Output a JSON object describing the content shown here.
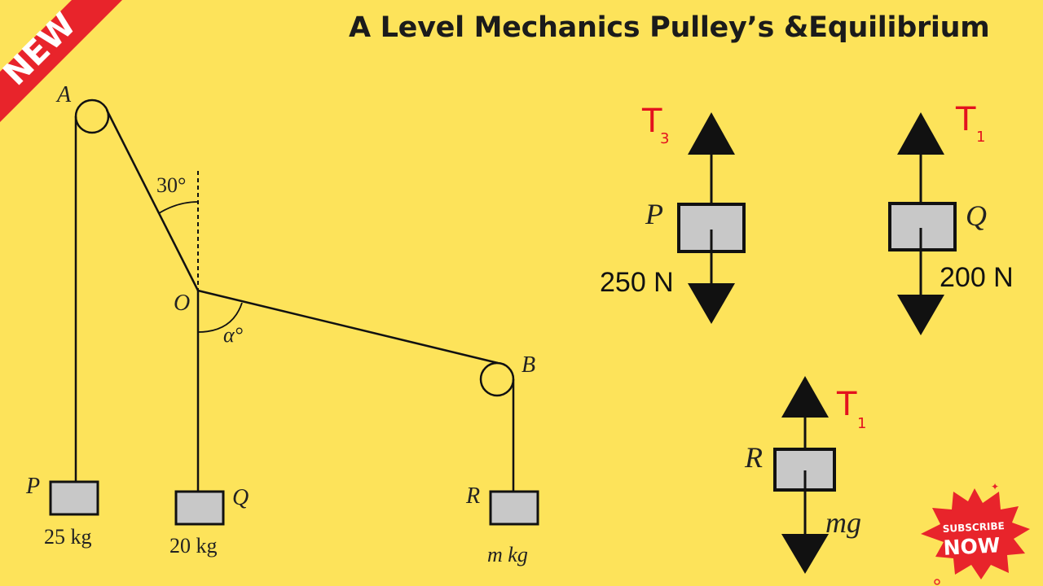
{
  "title": "A Level Mechanics Pulley’s &Equilibrium",
  "badge_new": "NEW",
  "diagram": {
    "point_a": "A",
    "point_b": "B",
    "point_o": "O",
    "angle_30": "30°",
    "angle_alpha": "α°",
    "mass_p_label": "P",
    "mass_p_value": "25 kg",
    "mass_q_label": "Q",
    "mass_q_value": "20 kg",
    "mass_r_label": "R",
    "mass_r_value": "m kg"
  },
  "fbd_p": {
    "label": "P",
    "tension": "T",
    "tension_sub": "3",
    "weight": "250 N"
  },
  "fbd_q": {
    "label": "Q",
    "tension": "T",
    "tension_sub": "1",
    "weight": "200 N"
  },
  "fbd_r": {
    "label": "R",
    "tension": "T",
    "tension_sub": "1",
    "weight": "mg"
  },
  "subscribe": {
    "line1": "SUBSCRIBE",
    "line2": "NOW"
  },
  "colors": {
    "background": "#fde35a",
    "block": "#c8c8c8",
    "annotation_red": "#e3121e",
    "badge_red": "#e8242b"
  }
}
